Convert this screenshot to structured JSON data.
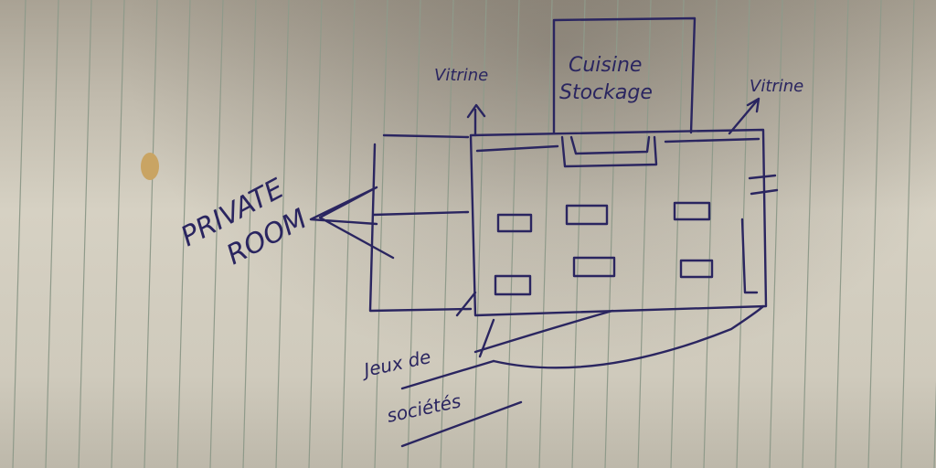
{
  "labels": {
    "vitrine_left": "Vitrine",
    "vitrine_right": "Vitrine",
    "kitchen_line1": "Cuisine",
    "kitchen_line2": "Stockage",
    "private_room_line1": "PRIVATE",
    "private_room_line2": "ROOM",
    "games_line1": "Jeux de",
    "games_line2": "sociétés"
  },
  "colors": {
    "ink": "#2a2560",
    "paper": "#d6d1c3",
    "rule_line": "#8f9a8a",
    "stain": "#c9a463"
  }
}
